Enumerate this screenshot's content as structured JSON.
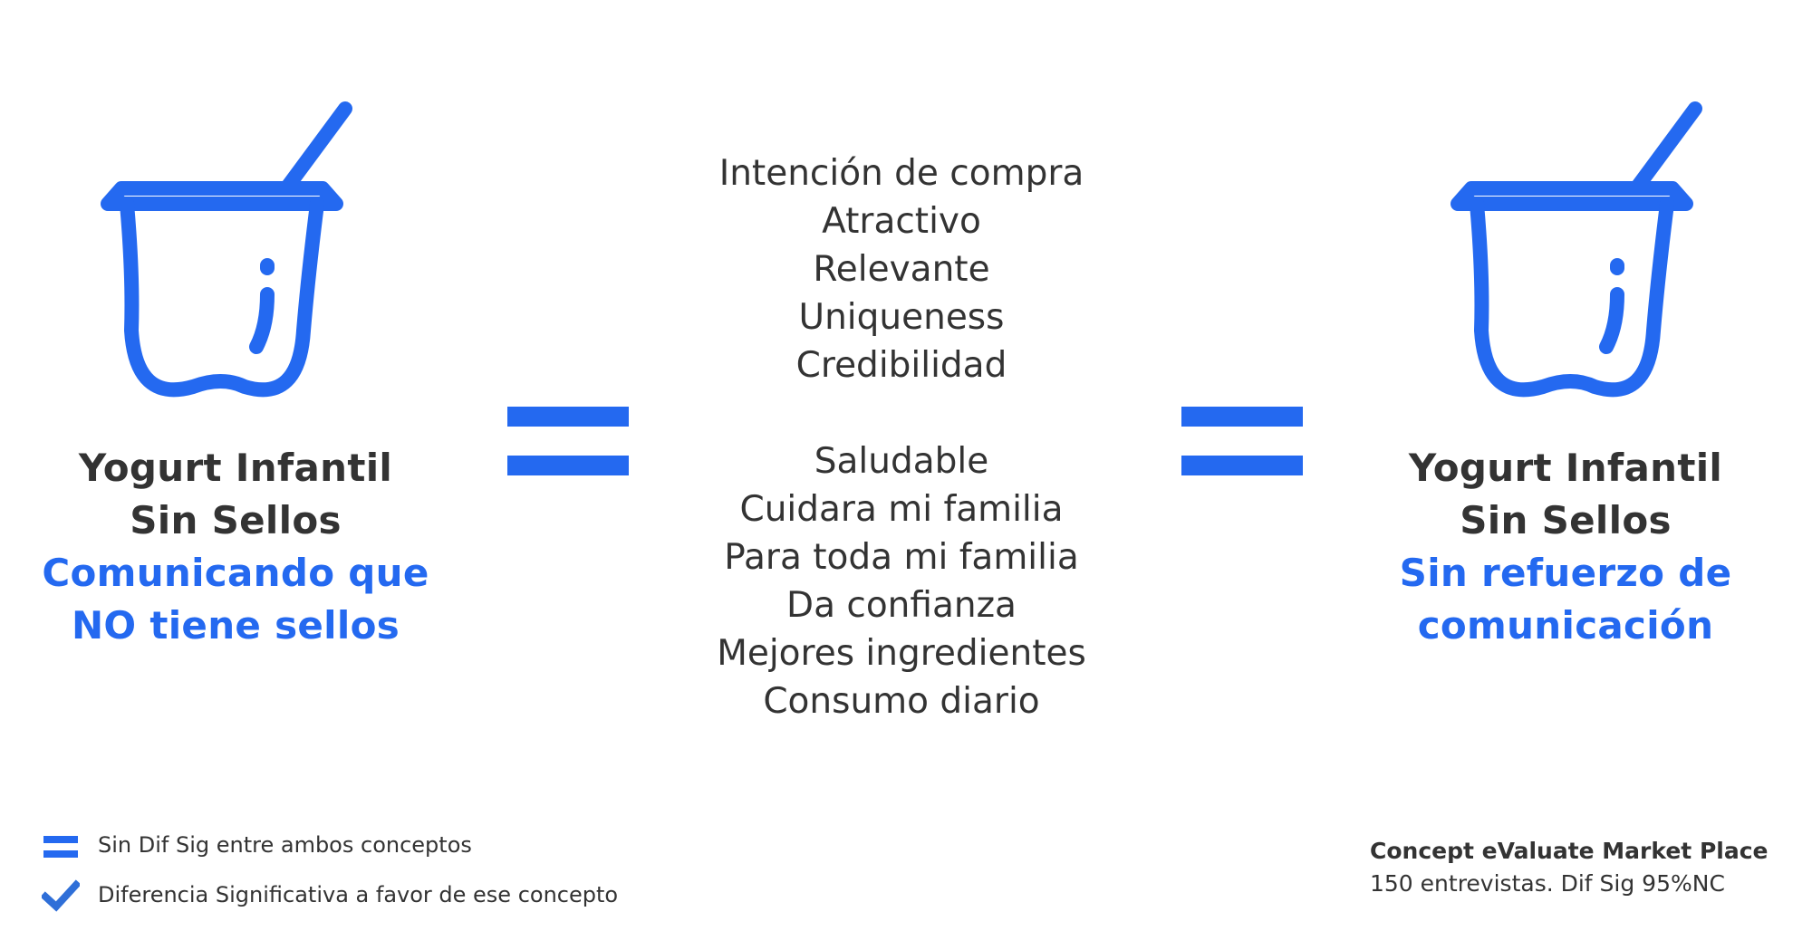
{
  "left_concept": {
    "line1": "Yogurt Infantil",
    "line2": "Sin Sellos",
    "highlight1": "Comunicando que",
    "highlight2": "NO tiene sellos",
    "icon": "yogurt-cup-icon"
  },
  "right_concept": {
    "line1": "Yogurt Infantil",
    "line2": "Sin Sellos",
    "highlight1": "Sin refuerzo de",
    "highlight2": "comunicación",
    "icon": "yogurt-cup-icon"
  },
  "relation_symbol": "equals-icon",
  "attributes_group1": [
    "Intención de compra",
    "Atractivo",
    "Relevante",
    "Uniqueness",
    "Credibilidad"
  ],
  "attributes_group2": [
    "Saludable",
    "Cuidara mi familia",
    "Para toda mi familia",
    "Da confianza",
    "Mejores ingredientes",
    "Consumo diario"
  ],
  "legend": {
    "no_diff": "Sin Dif Sig entre ambos conceptos",
    "sig_diff": "Diferencia Significativa a favor de ese concepto"
  },
  "source": {
    "title": "Concept eValuate Market Place",
    "note": "150 entrevistas. Dif Sig 95%NC"
  },
  "colors": {
    "accent": "#2469f0",
    "text": "#333333",
    "background": "#ffffff"
  }
}
